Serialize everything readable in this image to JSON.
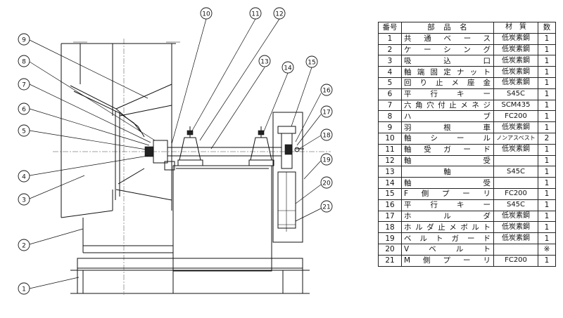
{
  "callouts": [
    "1",
    "2",
    "3",
    "4",
    "5",
    "6",
    "7",
    "8",
    "9",
    "10",
    "11",
    "12",
    "13",
    "14",
    "15",
    "16",
    "17",
    "18",
    "19",
    "20",
    "21"
  ],
  "table": {
    "headers": {
      "no": "番号",
      "name": "部　品　名",
      "material": "材　質",
      "qty": "数"
    },
    "rows": [
      {
        "no": "1",
        "name": "共通ベース",
        "material": "低炭素鋼",
        "qty": "1"
      },
      {
        "no": "2",
        "name": "ケーシング",
        "material": "低炭素鋼",
        "qty": "1"
      },
      {
        "no": "3",
        "name": "吸込口",
        "material": "低炭素鋼",
        "qty": "1"
      },
      {
        "no": "4",
        "name": "軸端固定ナット",
        "material": "低炭素鋼",
        "qty": "1"
      },
      {
        "no": "5",
        "name": "回り止メ座金",
        "material": "低炭素鋼",
        "qty": "1"
      },
      {
        "no": "6",
        "name": "平行キー",
        "material": "S45C",
        "qty": "1"
      },
      {
        "no": "7",
        "name": "六角穴付止メネジ",
        "material": "SCM435",
        "qty": "1"
      },
      {
        "no": "8",
        "name": "ハブ",
        "material": "FC200",
        "qty": "1"
      },
      {
        "no": "9",
        "name": "羽根車",
        "material": "低炭素鋼",
        "qty": "1"
      },
      {
        "no": "10",
        "name": "軸シール",
        "material": "ノンアスベスト",
        "qty": "2"
      },
      {
        "no": "11",
        "name": "軸受ガード",
        "material": "低炭素鋼",
        "qty": "1"
      },
      {
        "no": "12",
        "name": "軸受",
        "material": "",
        "qty": "1"
      },
      {
        "no": "13",
        "name": "軸",
        "material": "S45C",
        "qty": "1"
      },
      {
        "no": "14",
        "name": "軸受",
        "material": "",
        "qty": "1"
      },
      {
        "no": "15",
        "name": "F側プーリ",
        "material": "FC200",
        "qty": "1"
      },
      {
        "no": "16",
        "name": "平行キー",
        "material": "S45C",
        "qty": "1"
      },
      {
        "no": "17",
        "name": "ホルダ",
        "material": "低炭素鋼",
        "qty": "1"
      },
      {
        "no": "18",
        "name": "ホルダ止メボルト",
        "material": "低炭素鋼",
        "qty": "1"
      },
      {
        "no": "19",
        "name": "ベルトガード",
        "material": "低炭素鋼",
        "qty": "1"
      },
      {
        "no": "20",
        "name": "Vベルト",
        "material": "",
        "qty": "※"
      },
      {
        "no": "21",
        "name": "M側プーリ",
        "material": "FC200",
        "qty": "1"
      }
    ]
  }
}
